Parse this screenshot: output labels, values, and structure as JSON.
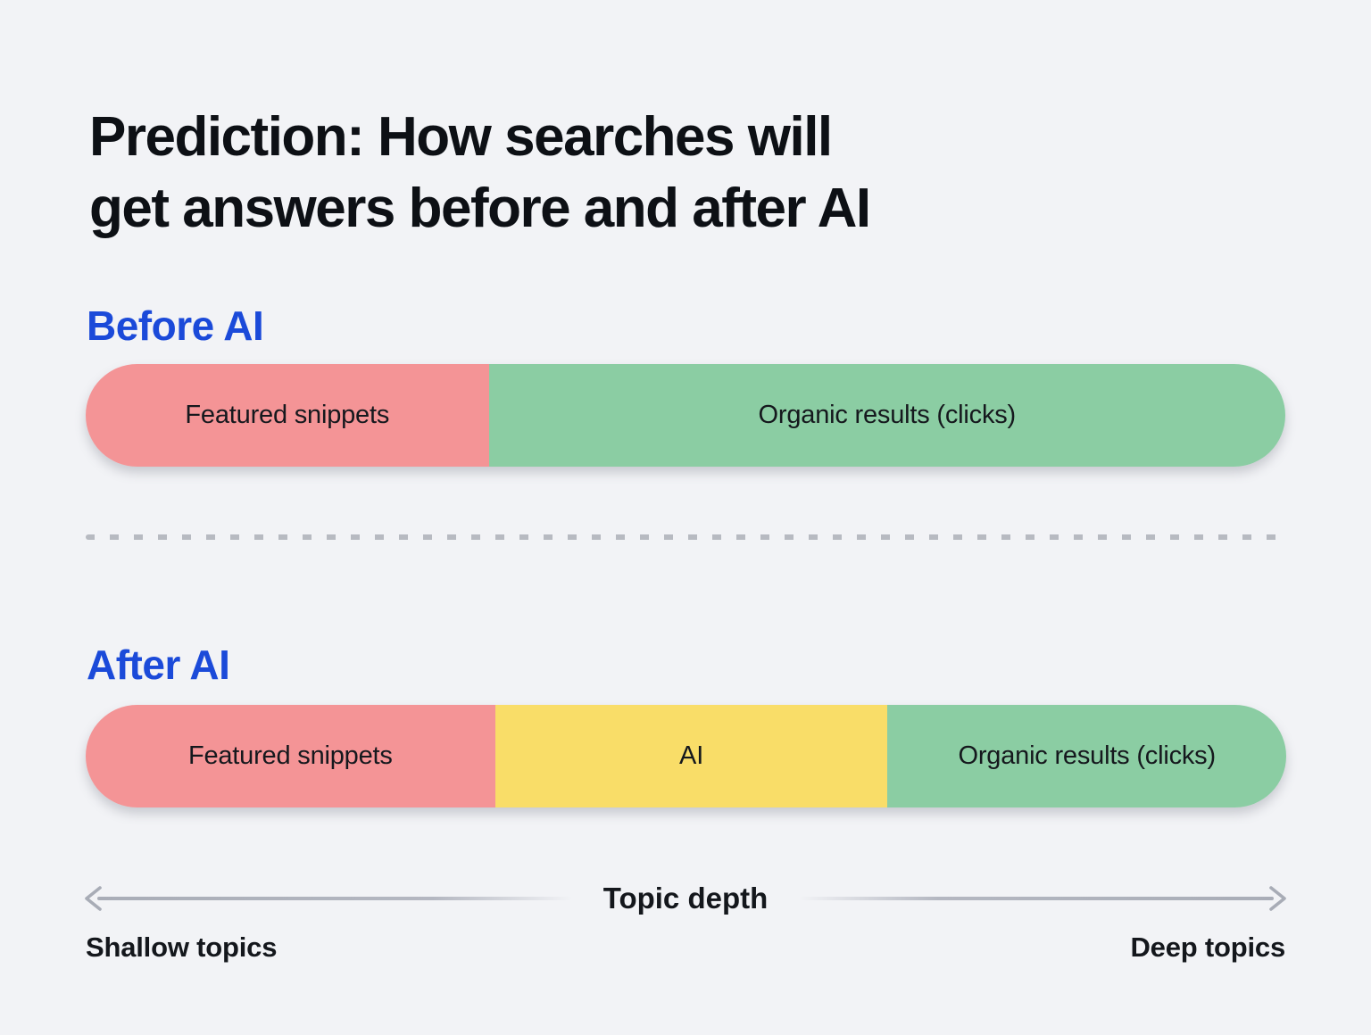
{
  "title": "Prediction: How searches will\nget answers before and after AI",
  "colors": {
    "background": "#f2f3f6",
    "heading_blue": "#1b4ad9",
    "featured_snippets_pink": "#f49496",
    "ai_yellow": "#f9dd68",
    "organic_green": "#8bcda3",
    "axis_gray": "#a8acb6",
    "text_dark": "#14171c"
  },
  "sections": [
    {
      "heading": "Before AI",
      "segments": [
        {
          "label": "Featured snippets",
          "color": "#f49496",
          "width_pct": 33.6
        },
        {
          "label": "Organic results (clicks)",
          "color": "#8bcda3",
          "width_pct": 66.4
        }
      ]
    },
    {
      "heading": "After AI",
      "segments": [
        {
          "label": "Featured snippets",
          "color": "#f49496",
          "width_pct": 34.1
        },
        {
          "label": "AI",
          "color": "#f9dd68",
          "width_pct": 32.7
        },
        {
          "label": "Organic results (clicks)",
          "color": "#8bcda3",
          "width_pct": 33.2
        }
      ]
    }
  ],
  "axis": {
    "title": "Topic depth",
    "left_label": "Shallow topics",
    "right_label": "Deep topics"
  },
  "chart_data": {
    "type": "bar",
    "subtype": "horizontal 100% stacked, qualitative proportions",
    "title": "Prediction: How searches will get answers before and after AI",
    "categories": [
      "Before AI",
      "After AI"
    ],
    "series": [
      {
        "name": "Featured snippets",
        "color": "#f49496",
        "values": [
          33.6,
          34.1
        ]
      },
      {
        "name": "AI",
        "color": "#f9dd68",
        "values": [
          0,
          32.7
        ]
      },
      {
        "name": "Organic results (clicks)",
        "color": "#8bcda3",
        "values": [
          66.4,
          33.2
        ]
      }
    ],
    "values_unit": "percent of bar width (estimated from pixels)",
    "xlabel": "Topic depth",
    "x_axis_endpoints": [
      "Shallow topics",
      "Deep topics"
    ],
    "legend_position": "labels inline on segments",
    "grid": false
  }
}
